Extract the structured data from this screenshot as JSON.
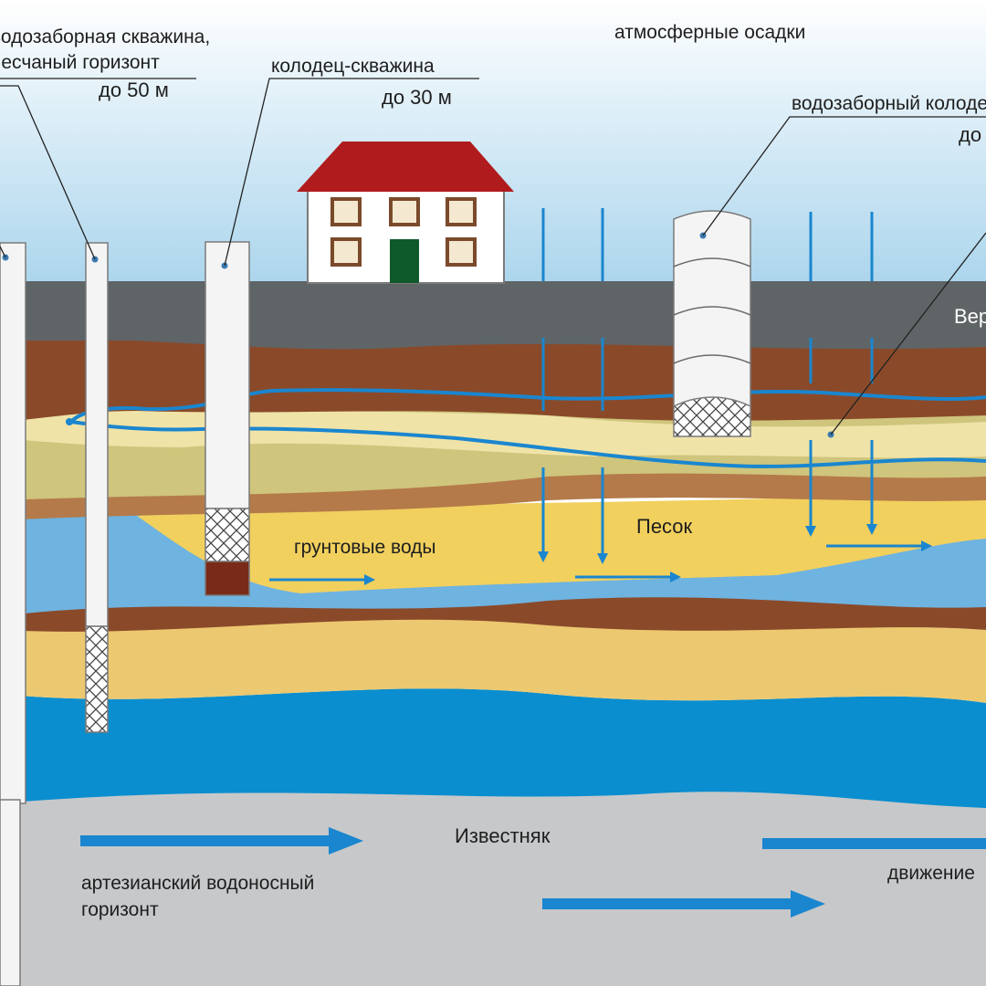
{
  "labels": {
    "borehole_sand_line1": "водозаборная скважина,",
    "borehole_sand_line2": "песчаный горизонт",
    "borehole_sand_depth": "до 50 м",
    "well_borehole_title": "колодец-скважина",
    "well_borehole_depth": "до 30 м",
    "precipitation": "атмосферные осадки",
    "intake_well_title": "водозаборный колодец",
    "intake_well_depth": "до",
    "perched_water": "Верховодка",
    "groundwater": "грунтовые воды",
    "sand": "Песок",
    "limestone": "Известняк",
    "artesian_line1": "артезианский водоносный",
    "artesian_line2": "горизонт",
    "water_movement": "движение"
  },
  "colors": {
    "sky_top": "#ffffff",
    "sky_bottom": "#a9d4ec",
    "topsoil": "#5f6467",
    "clay": "#8a4a2a",
    "light_sand": "#efe3a8",
    "olive_layer": "#cfc57c",
    "sand": "#f1d05e",
    "aquifer_blue": "#0a8ecf",
    "light_blue": "#6fb3e0",
    "limestone": "#c6c8ca",
    "roof": "#b01c1e",
    "door": "#0f5a2a",
    "flow_arrow": "#1a86cf"
  },
  "icons": [
    "house-icon",
    "flow-arrow-icon",
    "filter-mesh-icon"
  ]
}
